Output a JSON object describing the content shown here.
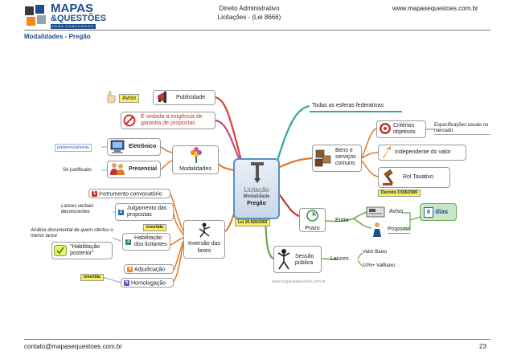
{
  "logo": {
    "line1": "MAPAS",
    "line2": "&QUESTÕES",
    "line3": "PARA CONCURSOS"
  },
  "header": {
    "subject": "Direito Administrativo",
    "topic": "Licitações - (Lei 8666)",
    "website": "www.mapasequestoes.com.br",
    "section": "Modalidades - Pregão"
  },
  "footer": {
    "email": "contato@mapasequestoes.com.br",
    "page": "23"
  },
  "map": {
    "center": {
      "title": "Licitação",
      "line2": "Modalidade",
      "line3": "Pregão",
      "tag": "Lei 10.520/2002"
    },
    "aviso": "Aviso",
    "publicidade": "Publicidade",
    "vedada": "É vedada a exigência de garantia de propostas",
    "modalidades": "Modalidades",
    "eletronico": "Eletrônico",
    "presencial": "Presencial",
    "preferencialmente": "preferencialmente",
    "so_justificado": "Só justificado",
    "esferas": "Todas as esferas federativas",
    "bens": "Bens e serviços comuns",
    "criterios": "Critérios objetivos",
    "especificacoes": "Especificações usuais no mercado",
    "independente": "Independente do valor",
    "rol": "Rol Taxativo",
    "decreto": "Decreto 3.555/2000",
    "prazo": "Prazo",
    "entre": "Entre",
    "aviso2": "Aviso",
    "proposta": "Proposta",
    "dias_num": "8",
    "dias": "dias",
    "sessao": "Sessão pública",
    "lances": "Lances",
    "valor_baixo": "Valor Baixo",
    "valbaixo10": "10%+ ValBaixo",
    "inversao": "Inversão das fases",
    "instrumento": "Instrumento convocatório",
    "julgamento": "Julgamento das propostas",
    "lances_verbais": "Lances verbais decrescentes",
    "invertida1": "invertida",
    "analise": "Análise documental de quem ofertou o menor lance",
    "habilitacao": "Habilitação dos licitantes",
    "habilitacao_posterior": "\"Habilitação posterior\"",
    "adjudicacao": "Adjudicação",
    "invertida2": "invertida",
    "homologacao": "Homologação",
    "watermark": "www.mapasequestoes.com.br",
    "n1": "1",
    "n2": "2",
    "n3": "3",
    "n4": "4",
    "n5": "5"
  },
  "colors": {
    "brand_blue": "#1f4e8c",
    "brand_orange": "#f08a1a",
    "branch_teal": "#3aa79c",
    "branch_orange": "#e07a2a",
    "branch_red": "#c0392b",
    "branch_green": "#6aa84f"
  }
}
